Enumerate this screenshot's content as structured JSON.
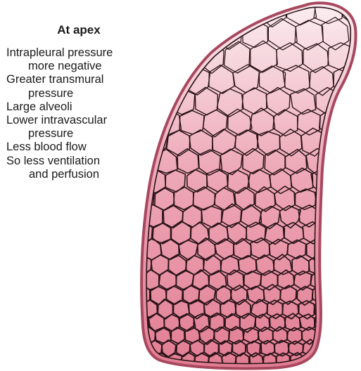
{
  "heading": "At apex",
  "notes": [
    {
      "lines": [
        "Intrapleural pressure",
        "more negative"
      ]
    },
    {
      "lines": [
        "Greater transmural",
        "pressure"
      ]
    },
    {
      "lines": [
        "Large alveoli"
      ]
    },
    {
      "lines": [
        "Lower intravascular",
        "pressure"
      ]
    },
    {
      "lines": [
        "Less blood flow"
      ]
    },
    {
      "lines": [
        "So less ventilation",
        "and perfusion"
      ]
    }
  ],
  "colors": {
    "apex_fill": "#fbeef1",
    "mid_fill": "#eea9b8",
    "base_fill": "#e27d93",
    "outline": "#a8485e",
    "cell_line": "#2a1418"
  }
}
